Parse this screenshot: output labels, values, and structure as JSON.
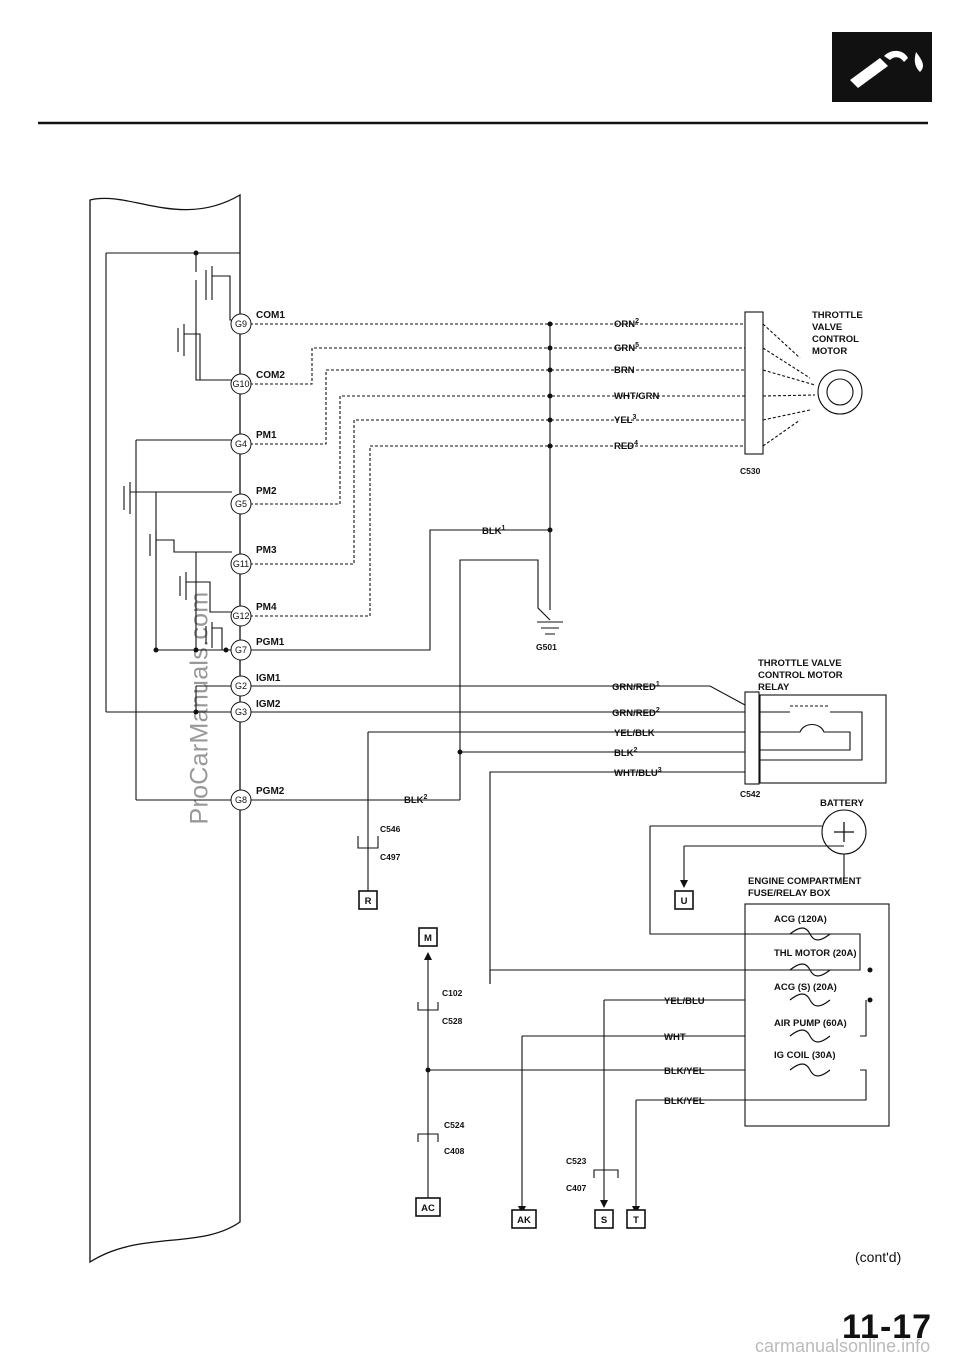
{
  "watermark": "ProCarManuals.com",
  "footer": "carmanualsonline.info",
  "page": {
    "number": "11-17",
    "contd": "(cont'd)"
  },
  "pins": [
    "G9",
    "G10",
    "G4",
    "G5",
    "G11",
    "G12",
    "G7",
    "G2",
    "G3",
    "G8"
  ],
  "pin_labels": {
    "G9": "COM1",
    "G10": "COM2",
    "G4": "PM1",
    "G5": "PM2",
    "G11": "PM3",
    "G12": "PM4",
    "G7": "PGM1",
    "G2": "IGM1",
    "G3": "IGM2",
    "G8": "PGM2"
  },
  "wires": {
    "orn": "ORN",
    "grn": "GRN",
    "brn": "BRN",
    "whtgrn": "WHT/GRN",
    "yel": "YEL",
    "red": "RED",
    "blk1": "BLK",
    "grnred1": "GRN/RED",
    "grnred2": "GRN/RED",
    "yelblk": "YEL/BLK",
    "blk2a": "BLK",
    "whtblu": "WHT/BLU",
    "blk2b": "BLK",
    "yelblu": "YEL/BLU",
    "wht": "WHT",
    "blkyel1": "BLK/YEL",
    "blkyel2": "BLK/YEL"
  },
  "sups": {
    "orn": "2",
    "grn": "5",
    "yel": "3",
    "red": "4",
    "blk1": "1",
    "grnred1": "1",
    "grnred2": "2",
    "blk2a": "2",
    "whtblu": "3",
    "blk2b": "2"
  },
  "connectors": {
    "c530": "C530",
    "c542": "C542",
    "g501": "G501",
    "c546": "C546",
    "c497": "C497",
    "c102": "C102",
    "c528": "C528",
    "c524": "C524",
    "c408": "C408",
    "c523": "C523",
    "c407": "C407"
  },
  "components": {
    "motor": [
      "THROTTLE",
      "VALVE",
      "CONTROL",
      "MOTOR"
    ],
    "relay": [
      "THROTTLE VALVE",
      "CONTROL MOTOR",
      "RELAY"
    ],
    "battery": "BATTERY",
    "fusebox": [
      "ENGINE COMPARTMENT",
      "FUSE/RELAY BOX"
    ]
  },
  "fuses": [
    "ACG (120A)",
    "THL MOTOR (20A)",
    "ACG (S) (20A)",
    "AIR PUMP (60A)",
    "IG COIL (30A)"
  ],
  "refs": {
    "r": "R",
    "u": "U",
    "m": "M",
    "ac": "AC",
    "ak": "AK",
    "s": "S",
    "t": "T"
  }
}
